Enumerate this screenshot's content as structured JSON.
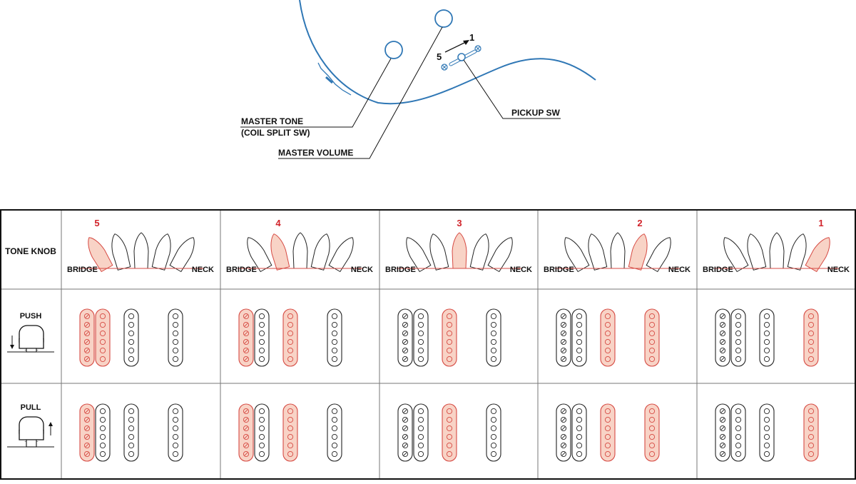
{
  "colors": {
    "body_curve": "#2f77b5",
    "active_fill": "#f8d3c6",
    "active_stroke": "#d64a43",
    "position_label": "#d1232a",
    "line": "#111111",
    "grid": "#777777"
  },
  "diagram": {
    "labels": {
      "master_tone_line1": "MASTER TONE",
      "master_tone_line2": "(COIL SPLIT SW)",
      "master_volume": "MASTER VOLUME",
      "pickup_sw": "PICKUP SW",
      "switch_pos_1": "1",
      "switch_pos_5": "5"
    }
  },
  "table": {
    "header": "TONE KNOB",
    "push_label": "PUSH",
    "pull_label": "PULL",
    "bridge_label": "BRIDGE",
    "neck_label": "NECK",
    "positions": [
      {
        "label": "5",
        "lever": 0,
        "push": {
          "bridge_a": true,
          "bridge_b": true,
          "middle": false,
          "neck": false
        },
        "pull": {
          "bridge_a": true,
          "bridge_b": false,
          "middle": false,
          "neck": false
        }
      },
      {
        "label": "4",
        "lever": 1,
        "push": {
          "bridge_a": true,
          "bridge_b": false,
          "middle": true,
          "neck": false
        },
        "pull": {
          "bridge_a": true,
          "bridge_b": false,
          "middle": true,
          "neck": false
        }
      },
      {
        "label": "3",
        "lever": 2,
        "push": {
          "bridge_a": false,
          "bridge_b": false,
          "middle": true,
          "neck": false
        },
        "pull": {
          "bridge_a": false,
          "bridge_b": false,
          "middle": true,
          "neck": false
        }
      },
      {
        "label": "2",
        "lever": 3,
        "push": {
          "bridge_a": false,
          "bridge_b": false,
          "middle": true,
          "neck": true
        },
        "pull": {
          "bridge_a": false,
          "bridge_b": false,
          "middle": true,
          "neck": true
        }
      },
      {
        "label": "1",
        "lever": 4,
        "push": {
          "bridge_a": false,
          "bridge_b": false,
          "middle": false,
          "neck": true
        },
        "pull": {
          "bridge_a": false,
          "bridge_b": false,
          "middle": false,
          "neck": true
        }
      }
    ]
  }
}
